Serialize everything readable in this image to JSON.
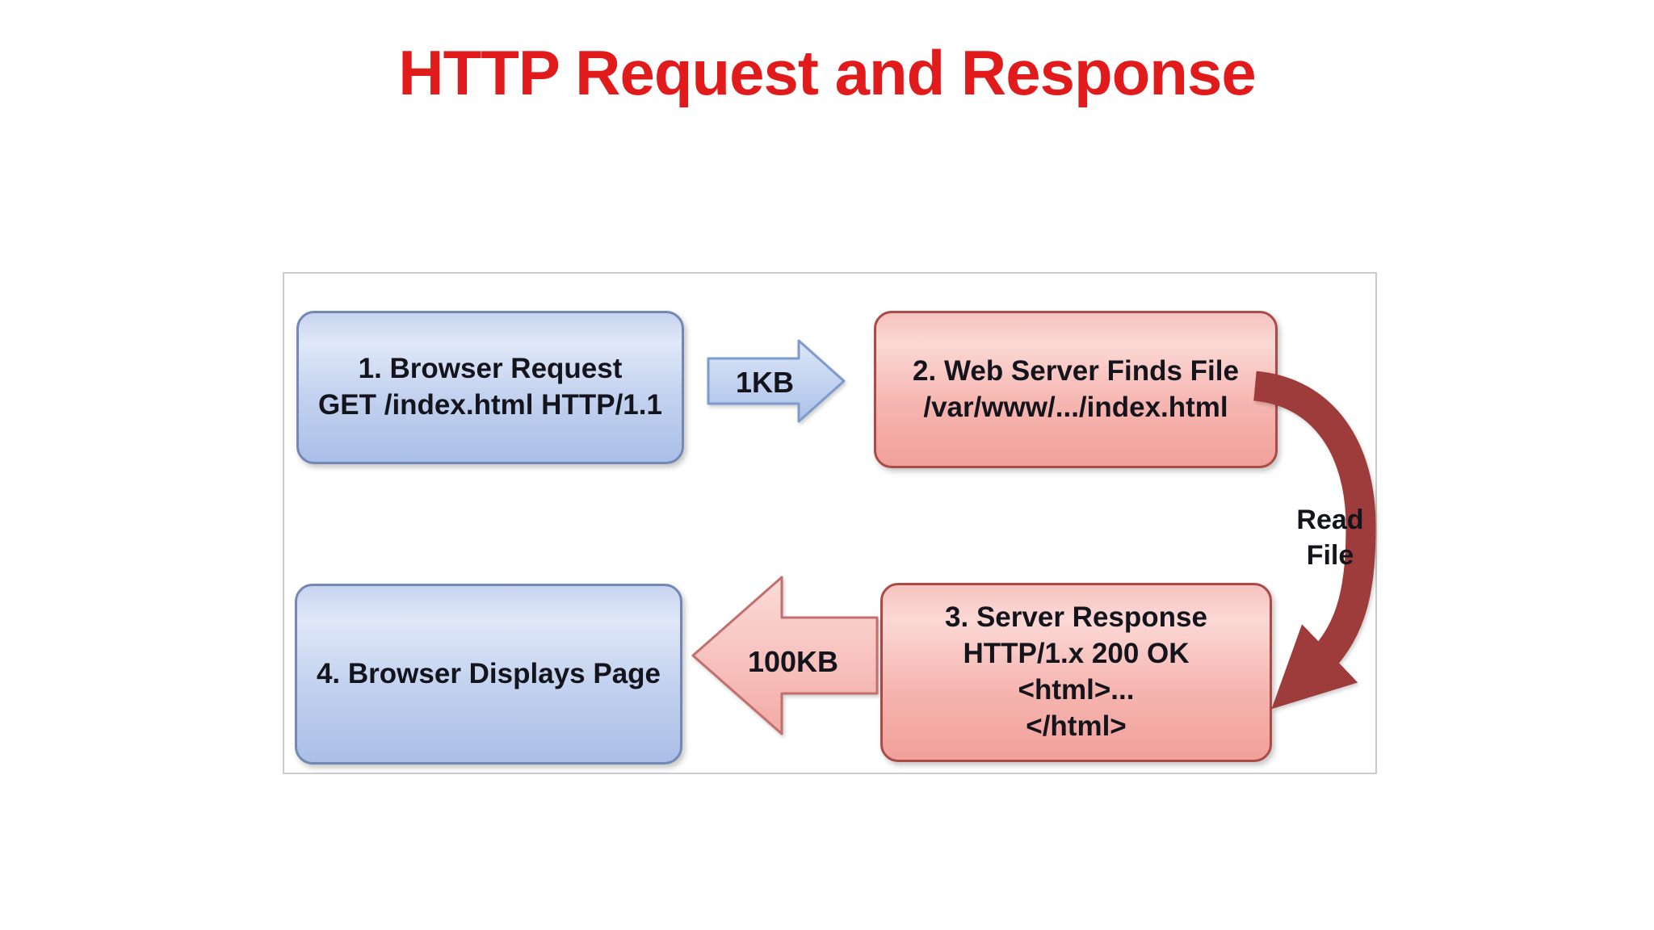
{
  "title": "HTTP Request and Response",
  "diagram": {
    "nodes": [
      {
        "step": "1. Browser Request",
        "detail": "GET /index.html HTTP/1.1",
        "kind": "browser",
        "style": "blue"
      },
      {
        "step": "2. Web Server Finds File",
        "detail": "/var/www/.../index.html",
        "kind": "server",
        "style": "pink"
      },
      {
        "step": "3. Server Response",
        "detail": "HTTP/1.x 200 OK",
        "detail2": "<html>...",
        "detail3": "</html>",
        "kind": "server",
        "style": "pink"
      },
      {
        "step": "4. Browser Displays Page",
        "kind": "browser",
        "style": "blue"
      }
    ],
    "edges": [
      {
        "label": "1KB",
        "from": "1. Browser Request",
        "to": "2. Web Server Finds File",
        "shape": "right-block-arrow",
        "style": "blue"
      },
      {
        "label": "Read File",
        "from": "2. Web Server Finds File",
        "to": "3. Server Response",
        "shape": "curved-arrow",
        "style": "dark-red"
      },
      {
        "label": "100KB",
        "from": "3. Server Response",
        "to": "4. Browser Displays Page",
        "shape": "left-block-arrow",
        "style": "pink"
      }
    ]
  },
  "colors": {
    "title_red": "#e11b1b",
    "blue_node_fill_top": "#e0e8f8",
    "blue_node_fill_bottom": "#aabfe7",
    "blue_node_border": "#7488b5",
    "pink_node_fill_top": "#fbd8d5",
    "pink_node_fill_bottom": "#f1a09a",
    "pink_node_border": "#aa4b48",
    "curved_arrow_red": "#9d3c3a",
    "node_text": "#14141c",
    "frame_border": "#cccccc",
    "background": "#ffffff"
  }
}
